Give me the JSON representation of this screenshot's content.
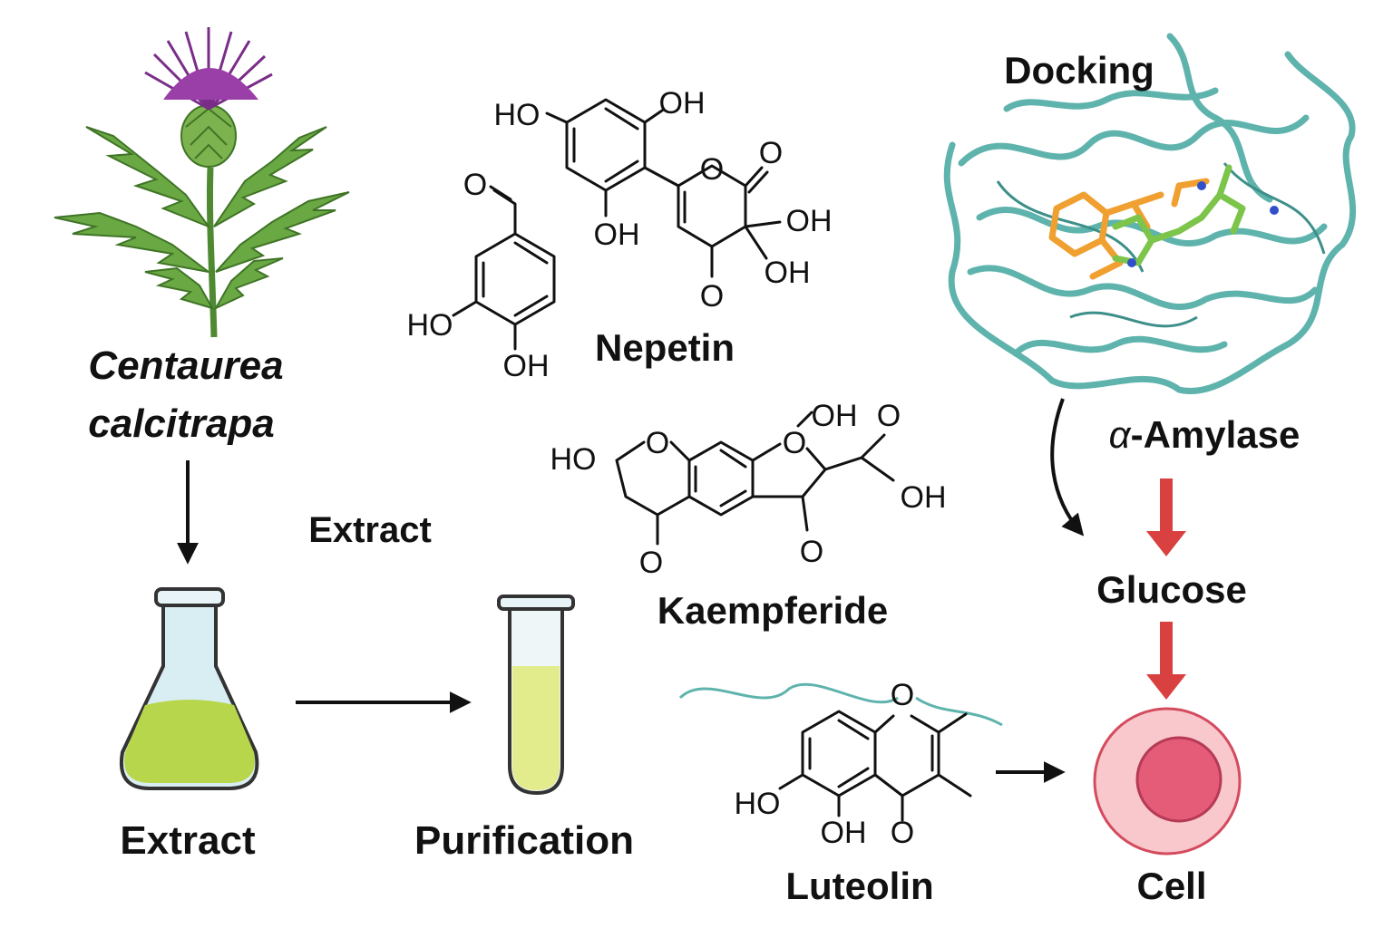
{
  "labels": {
    "plant": [
      "Centaurea",
      "calcitrapa"
    ],
    "extract_mid": "Extract",
    "extract": "Extract",
    "purification": "Purification",
    "docking": "Docking",
    "amylase_alpha": "α",
    "amylase": "-Amylase",
    "glucose": "Glucose",
    "cell": "Cell"
  },
  "molecules": {
    "aldehyde": {
      "atoms": [
        "O",
        "HO",
        "OH"
      ]
    },
    "nepetin": {
      "name": "Nepetin",
      "atoms": [
        "HO",
        "OH",
        "OH",
        "O",
        "O",
        "OH",
        "OH",
        "O"
      ]
    },
    "kaempferide": {
      "name": "Kaempferide",
      "atoms": [
        "HO",
        "O",
        "OH",
        "O",
        "O",
        "OH",
        "O",
        "O"
      ]
    },
    "luteolin": {
      "name": "Luteolin",
      "atoms": [
        "O",
        "HO",
        "OH",
        "O"
      ]
    }
  },
  "colors": {
    "plant_flower": "#9b3fa8",
    "plant_leaf": "#5d9a3b",
    "extract_liquid": "#b8d64c",
    "tube_liquid": "#e3ec8c",
    "glass": "#d9eef3",
    "protein": "#5fb3ad",
    "ligand_orange": "#f0a030",
    "ligand_green": "#7cc44a",
    "arrow_red": "#d94040",
    "cell_outer": "#f8c8cc",
    "cell_inner": "#e45c78"
  }
}
